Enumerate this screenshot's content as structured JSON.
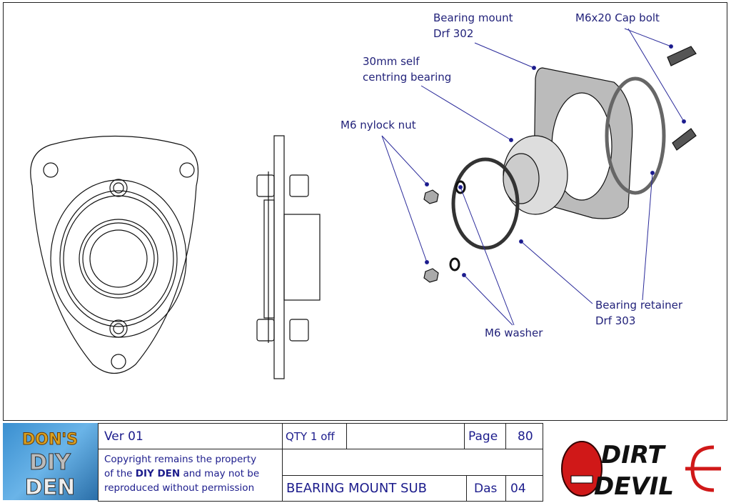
{
  "callouts": {
    "bearing_mount": [
      "Bearing mount",
      "Drf 302"
    ],
    "cap_bolt": "M6x20 Cap bolt",
    "bearing": [
      "30mm self",
      "centring bearing"
    ],
    "nylock_nut": "M6 nylock nut",
    "washer": "M6 washer",
    "retainer": [
      "Bearing retainer",
      "Drf 303"
    ]
  },
  "title_block": {
    "version": "Ver   01",
    "qty": "QTY 1 off",
    "page_label": "Page",
    "page_number": "80",
    "copyright_1": "Copyright remains the property",
    "copyright_2a": "of the ",
    "copyright_2b": "DIY DEN",
    "copyright_2c": " and may not be",
    "copyright_3": "reproduced without permission",
    "title": "BEARING MOUNT SUB",
    "das_label": "Das",
    "das_number": "04",
    "logo_left": "DON'S DIY DEN",
    "logo_right": "DIRT DEVIL"
  },
  "colors": {
    "label": "#22227a",
    "leader": "#2a2a9a",
    "logo_red": "#d01818"
  }
}
